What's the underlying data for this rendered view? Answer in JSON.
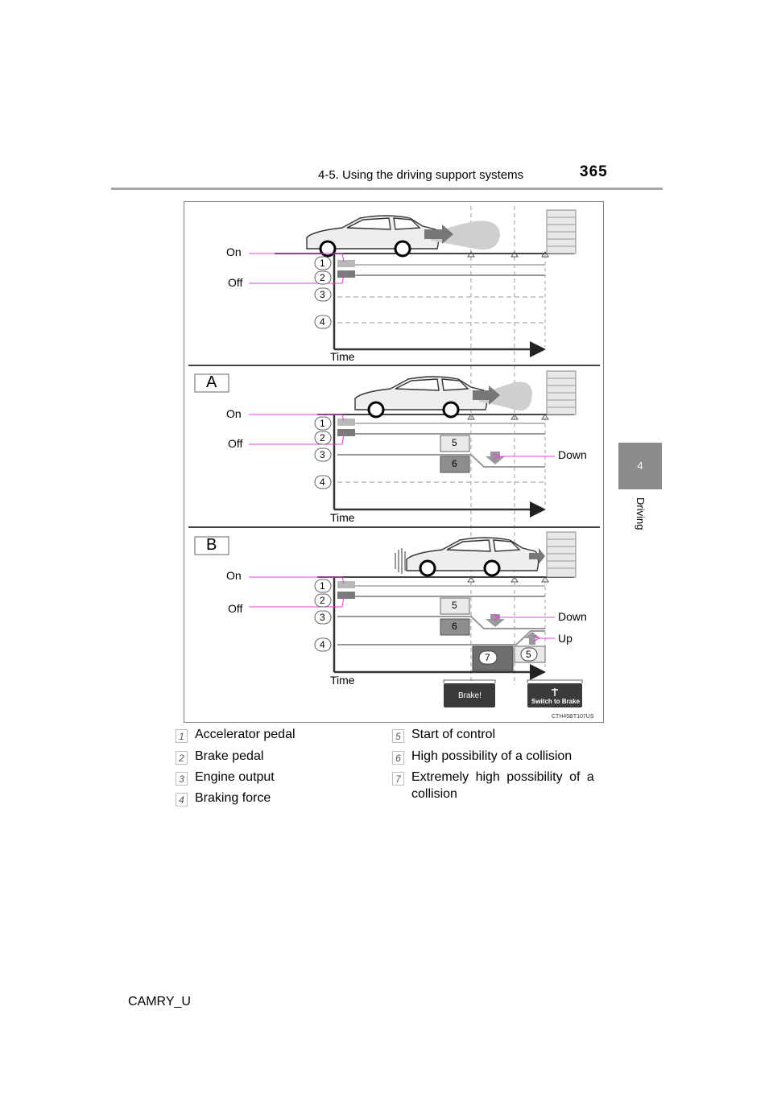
{
  "header": {
    "section_title": "4-5. Using the driving support systems",
    "page_number": "365"
  },
  "side_tab": {
    "chapter_number": "4",
    "chapter_label": "Driving"
  },
  "diagram": {
    "axis_labels": {
      "on": "On",
      "off": "Off",
      "time": "Time",
      "down": "Down",
      "up": "Up"
    },
    "scenario_labels": [
      "A",
      "B"
    ],
    "marker_numbers": [
      "1",
      "2",
      "3",
      "4",
      "5",
      "6",
      "7"
    ],
    "screen_texts": {
      "brake": "Brake!",
      "switch_to_brake": "Switch to Brake"
    },
    "figure_code": "CTH45BT107US",
    "colors": {
      "callout": "#e93fe0",
      "frame": "#808080",
      "axis": "#333333",
      "dash": "#999999"
    }
  },
  "legend": {
    "left": [
      {
        "num": "1",
        "text": "Accelerator pedal"
      },
      {
        "num": "2",
        "text": "Brake pedal"
      },
      {
        "num": "3",
        "text": "Engine output"
      },
      {
        "num": "4",
        "text": "Braking force"
      }
    ],
    "right": [
      {
        "num": "5",
        "text": "Start of control"
      },
      {
        "num": "6",
        "text": "High possibility of a collision"
      },
      {
        "num": "7",
        "text_line1": "Extremely high possibility of a",
        "text_line2": "collision"
      }
    ]
  },
  "footer": {
    "doc_code": "CAMRY_U"
  }
}
